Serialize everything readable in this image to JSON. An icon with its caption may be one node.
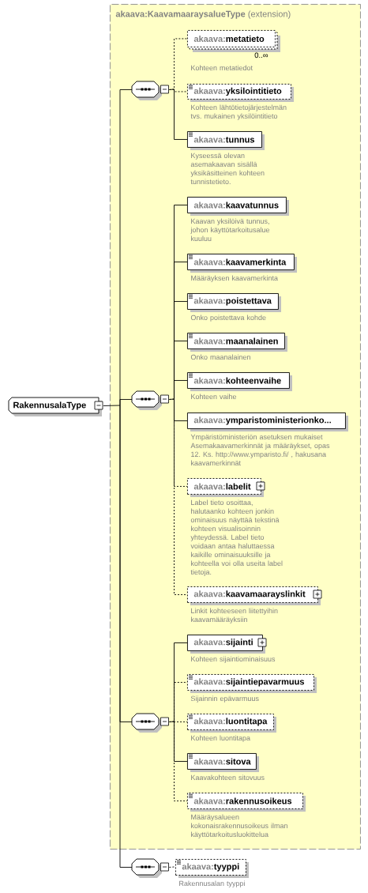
{
  "diagram": {
    "nodes": [
      {
        "text": [
          "RakennusalaType"
        ]
      },
      {
        "text": [
          "**akaava:KaavamaaraysalueType** (extension)"
        ]
      },
      {
        "text": [],
        "shape": "octagon",
        "in": 1
      },
      {
        "text": [
          "akaava:metatieto"
        ],
        "in": 1,
        "beside": [
          "0..∞",
          "Kohteen metatiedot"
        ]
      },
      {
        "text": [
          "akaava:yksilointitieto"
        ],
        "in": 1,
        "beside": [
          "Kohteen lähtötietojärjestelmän tvs. mukainen yksilöintitieto"
        ]
      },
      {
        "text": [
          "akaava:tunnus"
        ],
        "in": 1,
        "beside": [
          "Kyseessä olevan asemakaavan sisällä yksikäsitteinen kohteen tunnistetieto."
        ]
      },
      {
        "text": [],
        "shape": "octagon",
        "in": 1
      },
      {
        "text": [
          "akaava:kaavatunnus"
        ],
        "in": 1,
        "beside": [
          "Kaavan yksilöivä tunnus, johon käyttötarkoitusalue kuuluu"
        ]
      },
      {
        "text": [
          "akaava:kaavamerkinta"
        ],
        "in": 1,
        "beside": [
          "Määräyksen kaavamerkinta"
        ]
      },
      {
        "text": [
          "akaava:poistettava"
        ],
        "in": 1,
        "beside": [
          "Onko poistettava kohde"
        ]
      },
      {
        "text": [
          "akaava:maanalainen"
        ],
        "in": 1,
        "beside": [
          "Onko maanalainen"
        ]
      },
      {
        "text": [
          "akaava:kohteenvaihe"
        ],
        "in": 1,
        "beside": [
          "Kohteen vaihe"
        ]
      },
      {
        "text": [
          "akaava:ymparistoministerionko..."
        ],
        "in": 1,
        "beside": [
          "Ympäristöministeriön asetuksen mukaiset Asemakaavamerkinnät ja määräykset, opas 12. Ks. http://www.ymparisto.fi/ , hakusana kaavamerkinnät"
        ]
      },
      {
        "text": [
          "akaava:labelit"
        ],
        "in": 1,
        "beside": [
          "Label tieto osoittaa, halutaanko kohteen jonkin ominaisuus näyttää tekstinä kohteen visualisoinnin yhteydessä. Label tieto voidaan antaa haluttaessa kaikille ominaisuuksille ja kohteella voi olla useita label tietoja."
        ]
      },
      {
        "text": [
          "akaava:kaavamaarayslinkit"
        ],
        "in": 1,
        "beside": [
          "Linkit kohteeseen liitettyihin kaavamääräyksiin"
        ]
      },
      {
        "text": [],
        "shape": "octagon",
        "in": 1
      },
      {
        "text": [
          "akaava:sijainti"
        ],
        "in": 1,
        "beside": [
          "Kohteen sijaintiominaisuus"
        ]
      },
      {
        "text": [
          "akaava:sijaintiepavarmuus"
        ],
        "in": 1,
        "beside": [
          "Sijainnin epävarmuus"
        ]
      },
      {
        "text": [
          "akaava:luontitapa"
        ],
        "in": 1,
        "beside": [
          "Kohteen luontitapa"
        ]
      },
      {
        "text": [
          "akaava:sitova"
        ],
        "in": 1,
        "beside": [
          "Kaavakohteen sitovuus"
        ]
      },
      {
        "text": [
          "akaava:rakennusoikeus"
        ],
        "in": 1,
        "beside": [
          "Määräysalueen kokonaisrakennusoikeus ilman käyttötarkoitusluokittelua"
        ]
      },
      {
        "text": [],
        "shape": "octagon"
      },
      {
        "text": [
          "akaava:tyyppi"
        ],
        "beside": [
          "Rakennusalan tyyppi"
        ]
      }
    ],
    "edges": [
      {
        "from": 0,
        "to": 2,
        "arrow": "none"
      },
      {
        "from": 0,
        "to": 6,
        "arrow": "none"
      },
      {
        "from": 0,
        "to": 15,
        "arrow": "none"
      },
      {
        "from": 0,
        "to": 21,
        "arrow": "none"
      },
      {
        "from": 2,
        "to": 3,
        "arrow": "none",
        "style": "dashed"
      },
      {
        "from": 2,
        "to": 4,
        "arrow": "none",
        "style": "dashed"
      },
      {
        "from": 2,
        "to": 5,
        "arrow": "none"
      },
      {
        "from": 6,
        "to": 7,
        "arrow": "none"
      },
      {
        "from": 6,
        "to": 8,
        "arrow": "none"
      },
      {
        "from": 6,
        "to": 9,
        "arrow": "none"
      },
      {
        "from": 6,
        "to": 10,
        "arrow": "none"
      },
      {
        "from": 6,
        "to": 11,
        "arrow": "none"
      },
      {
        "from": 6,
        "to": 12,
        "arrow": "none"
      },
      {
        "from": 6,
        "to": 13,
        "arrow": "none",
        "style": "dashed"
      },
      {
        "from": 6,
        "to": 14,
        "arrow": "none",
        "style": "dashed"
      },
      {
        "from": 15,
        "to": 16,
        "arrow": "none"
      },
      {
        "from": 15,
        "to": 17,
        "arrow": "none",
        "style": "dashed"
      },
      {
        "from": 15,
        "to": 18,
        "arrow": "none",
        "style": "dashed"
      },
      {
        "from": 15,
        "to": 19,
        "arrow": "none"
      },
      {
        "from": 15,
        "to": 20,
        "arrow": "none",
        "style": "dashed"
      },
      {
        "from": 21,
        "to": 22,
        "arrow": "none",
        "style": "dashed"
      }
    ]
  }
}
